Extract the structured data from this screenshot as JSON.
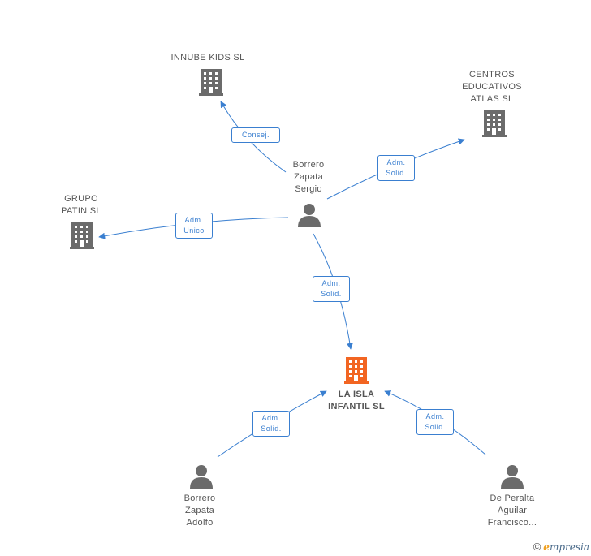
{
  "nodes": {
    "innube": {
      "label_lines": [
        "INNUBE KIDS SL"
      ],
      "type": "company"
    },
    "centros": {
      "label_lines": [
        "CENTROS",
        "EDUCATIVOS",
        "ATLAS SL"
      ],
      "type": "company"
    },
    "grupo": {
      "label_lines": [
        "GRUPO",
        "PATIN SL"
      ],
      "type": "company"
    },
    "sergio": {
      "label_lines": [
        "Borrero",
        "Zapata",
        "Sergio"
      ],
      "type": "person"
    },
    "laisla": {
      "label_lines": [
        "LA ISLA",
        "INFANTIL SL"
      ],
      "type": "company-main"
    },
    "adolfo": {
      "label_lines": [
        "Borrero",
        "Zapata",
        "Adolfo"
      ],
      "type": "person"
    },
    "peralta": {
      "label_lines": [
        "De Peralta",
        "Aguilar",
        "Francisco..."
      ],
      "type": "person"
    }
  },
  "edges": {
    "sergio_innube": [
      "Consej."
    ],
    "sergio_centros": [
      "Adm.",
      "Solid."
    ],
    "sergio_grupo": [
      "Adm.",
      "Unico"
    ],
    "sergio_laisla": [
      "Adm.",
      "Solid."
    ],
    "adolfo_laisla": [
      "Adm.",
      "Solid."
    ],
    "peralta_laisla": [
      "Adm.",
      "Solid."
    ]
  },
  "colors": {
    "edge": "#3a7fd0",
    "company_icon": "#6b6b6b",
    "main_company_icon": "#f26522",
    "person_icon": "#6b6b6b"
  },
  "footer": {
    "copyright": "©",
    "brand_initial": "e",
    "brand_rest": "mpresia"
  }
}
